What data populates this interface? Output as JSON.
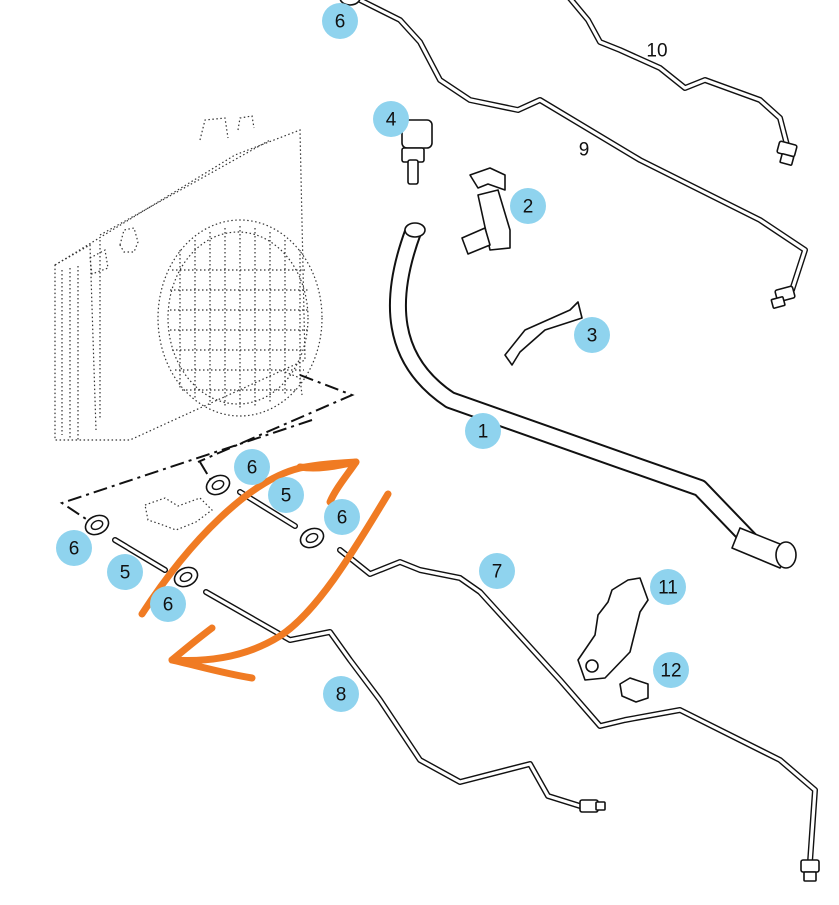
{
  "callouts": {
    "c1": "1",
    "c2": "2",
    "c3": "3",
    "c4": "4",
    "c5a": "5",
    "c5b": "5",
    "c6a": "6",
    "c6b": "6",
    "c6c": "6",
    "c6d": "6",
    "c6e": "6",
    "c7": "7",
    "c8": "8",
    "c11": "11",
    "c12": "12"
  },
  "labels": {
    "l9": "9",
    "l10": "10"
  },
  "colors": {
    "callout_fill": "#8fd3ee",
    "annotation_stroke": "#f07b23"
  }
}
